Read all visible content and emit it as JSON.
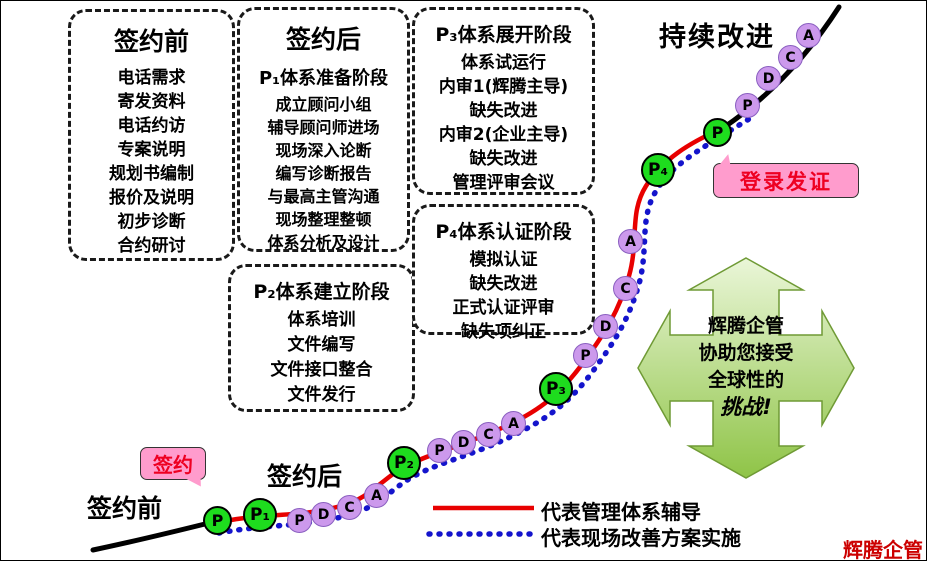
{
  "labels": {
    "continuous_improvement": "持续改进",
    "pre_sign_bottom": "签约前",
    "post_sign_bottom": "签约后",
    "brand": "辉腾企管"
  },
  "callouts": {
    "sign": "签约",
    "certificate": "登录发证"
  },
  "boxes": {
    "pre_sign": {
      "title": "签约前",
      "items": [
        "电话需求",
        "寄发资料",
        "电话约访",
        "专案说明",
        "规划书编制",
        "报价及说明",
        "初步诊断",
        "合约研讨"
      ]
    },
    "post_sign": {
      "title": "签约后",
      "subtitle": "P₁体系准备阶段",
      "items": [
        "成立顾问小组",
        "辅导顾问师进场",
        "现场深入论断",
        "编写诊断报告",
        "与最高主管沟通",
        "现场整理整顿",
        "体系分析及设计"
      ]
    },
    "p3_phase": {
      "title": "P₃体系展开阶段",
      "items": [
        "体系试运行",
        "内审1(辉腾主导)",
        "缺失改进",
        "内审2(企业主导)",
        "缺失改进",
        "管理评审会议"
      ]
    },
    "p2_phase": {
      "title": "P₂体系建立阶段",
      "items": [
        "体系培训",
        "文件编写",
        "文件接口整合",
        "文件发行"
      ]
    },
    "p4_phase": {
      "title": "P₄体系认证阶段",
      "items": [
        "模拟认证",
        "缺失改进",
        "正式认证评审",
        "缺失项纠正"
      ]
    }
  },
  "cross": {
    "lines": [
      "辉腾企管",
      "协助您接受",
      "全球性的",
      "挑战!"
    ]
  },
  "legend": {
    "items": [
      {
        "label": "代表管理体系辅导"
      },
      {
        "label": "代表现场改善方案实施"
      }
    ]
  },
  "circles": [
    {
      "label": "P"
    },
    {
      "label": "P₁"
    },
    {
      "label": "P"
    },
    {
      "label": "D"
    },
    {
      "label": "C"
    },
    {
      "label": "A"
    },
    {
      "label": "P₂"
    },
    {
      "label": "P"
    },
    {
      "label": "D"
    },
    {
      "label": "C"
    },
    {
      "label": "A"
    },
    {
      "label": "P₃"
    },
    {
      "label": "P"
    },
    {
      "label": "D"
    },
    {
      "label": "C"
    },
    {
      "label": "A"
    },
    {
      "label": "P₄"
    },
    {
      "label": "P"
    },
    {
      "label": "P"
    },
    {
      "label": "D"
    },
    {
      "label": "C"
    },
    {
      "label": "A"
    }
  ],
  "colors": {
    "curve-red": "#e80000",
    "curve-blue": "#1414cc",
    "circle-green": "#1edc1e",
    "circle-purple": "#cc99ec",
    "callout-pink": "#ff9ccd",
    "callout-text": "#ee0022",
    "brand-red": "#cc0000",
    "cross-light": "#eaf6d8",
    "cross-dark": "#8fc447"
  }
}
